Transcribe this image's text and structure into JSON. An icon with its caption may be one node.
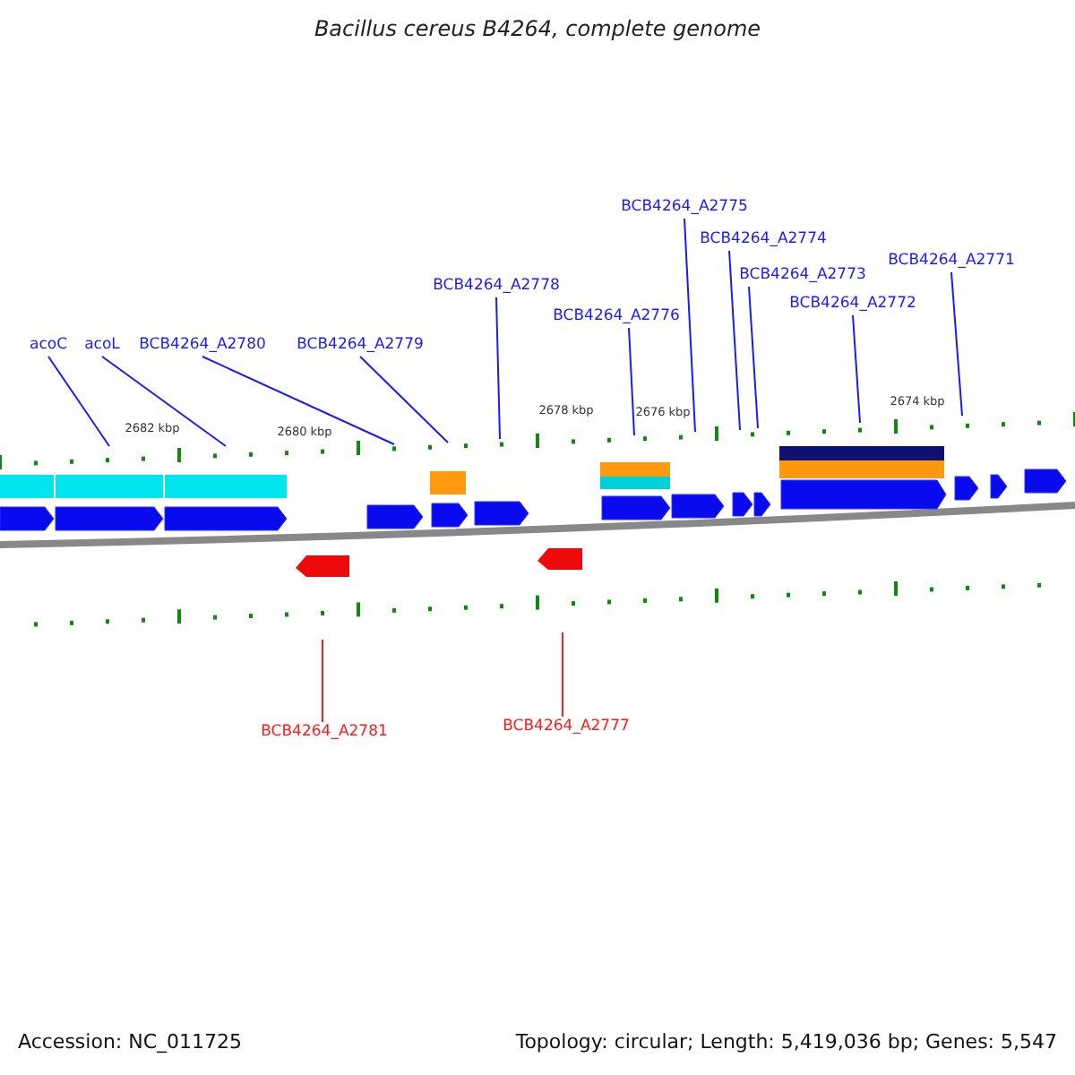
{
  "diagram": {
    "title": "Bacillus cereus B4264, complete genome",
    "nodes": [
      {
        "text": [
          "BCB4264_A2775"
        ]
      },
      {
        "text": [
          "BCB4264_A2774"
        ]
      },
      {
        "text": [
          "BCB4264_A2771"
        ]
      },
      {
        "text": [
          "BCB4264_A2773"
        ]
      },
      {
        "text": [
          "BCB4264_A2778"
        ]
      },
      {
        "text": [
          "BCB4264_A2772"
        ]
      },
      {
        "text": [
          "BCB4264_A2776"
        ]
      },
      {
        "text": [
          "acoC"
        ]
      },
      {
        "text": [
          "acoL"
        ]
      },
      {
        "text": [
          "BCB4264_A2780"
        ]
      },
      {
        "text": [
          "BCB4264_A2779"
        ]
      },
      {
        "text": [
          "BCB4264_A2777"
        ]
      },
      {
        "text": [
          "BCB4264_A2781"
        ]
      }
    ],
    "edges": [
      {
        "from": 0,
        "to": null,
        "arrow": "none"
      },
      {
        "from": 1,
        "to": null,
        "arrow": "none"
      },
      {
        "from": 2,
        "to": null,
        "arrow": "none"
      },
      {
        "from": 3,
        "to": null,
        "arrow": "none"
      },
      {
        "from": 4,
        "to": null,
        "arrow": "none"
      },
      {
        "from": 5,
        "to": null,
        "arrow": "none"
      },
      {
        "from": 6,
        "to": null,
        "arrow": "none"
      },
      {
        "from": 7,
        "to": null,
        "arrow": "none"
      },
      {
        "from": 8,
        "to": null,
        "arrow": "none"
      },
      {
        "from": 9,
        "to": null,
        "arrow": "none"
      },
      {
        "from": 10,
        "to": null,
        "arrow": "none"
      },
      {
        "from": 11,
        "to": null,
        "arrow": "none",
        "color": "#ff2020"
      },
      {
        "from": 12,
        "to": null,
        "arrow": "none",
        "color": "#ff2020"
      }
    ],
    "labels": [
      "2682 kbp",
      "2680 kbp",
      "2678 kbp",
      "2676 kbp",
      "2674 kbp",
      "Accession: NC_011725",
      "Topology: circular; Length: 5,419,036 bp; Genes: 5,547"
    ]
  }
}
